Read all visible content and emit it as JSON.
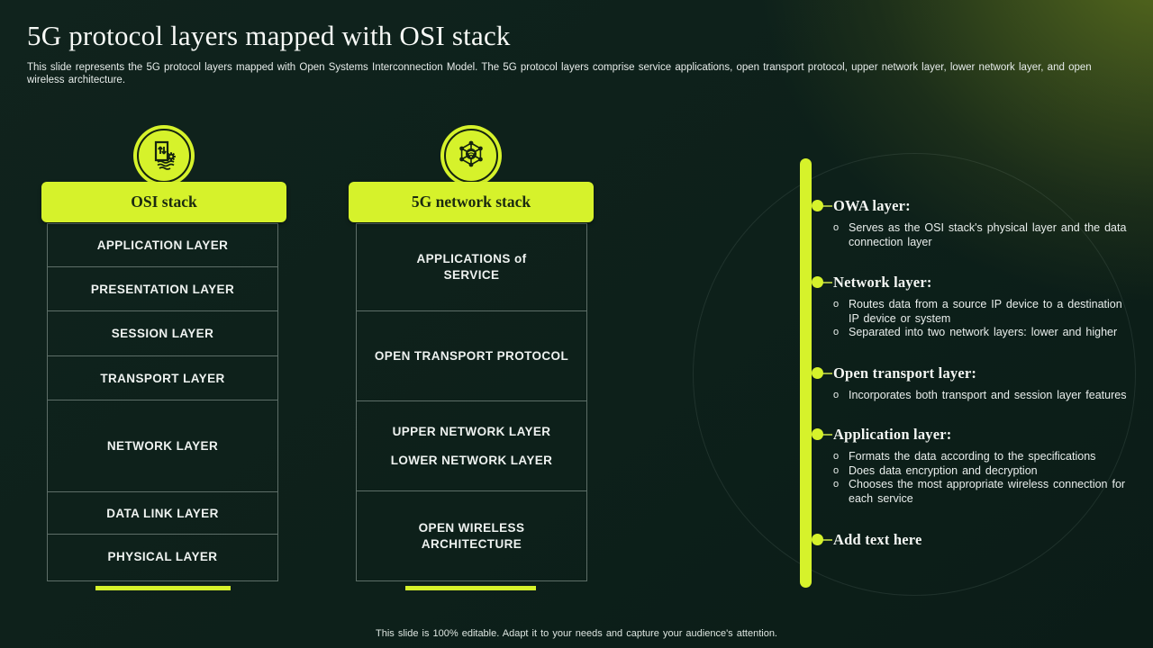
{
  "slide": {
    "title": "5G protocol layers mapped with OSI stack",
    "subtitle": "This slide represents the 5G protocol layers mapped with Open Systems Interconnection Model. The 5G protocol layers comprise service applications, open transport protocol, upper network layer, lower network layer,  and open wireless architecture.",
    "footer": "This slide is 100% editable. Adapt it to your needs and capture your audience's attention."
  },
  "colors": {
    "accent_lime": "#d6f22b",
    "background_dark": "#0d201a",
    "corner_glow_olive": "#5c701e",
    "cell_border": "#a0afa8",
    "text_light": "#eef2f0",
    "header_text_dark": "#1b2a10"
  },
  "osi_stack": {
    "header": "OSI stack",
    "icon": "document-sync-gear-icon",
    "rows": [
      {
        "label": "APPLICATION LAYER"
      },
      {
        "label": "PRESENTATION LAYER"
      },
      {
        "label": "SESSION LAYER"
      },
      {
        "label": "TRANSPORT LAYER"
      },
      {
        "label": "NETWORK LAYER"
      },
      {
        "label": "DATA LINK LAYER"
      },
      {
        "label": "PHYSICAL LAYER"
      }
    ]
  },
  "fiveg_stack": {
    "header": "5G network stack",
    "icon": "network-nodes-icon",
    "rows": [
      {
        "lines": [
          "APPLICATIONS of SERVICE"
        ]
      },
      {
        "lines": [
          "OPEN TRANSPORT PROTOCOL"
        ]
      },
      {
        "lines": [
          "UPPER NETWORK LAYER",
          "LOWER NETWORK LAYER"
        ]
      },
      {
        "lines": [
          "OPEN WIRELESS ARCHITECTURE"
        ]
      }
    ]
  },
  "notes": [
    {
      "heading": "OWA layer:",
      "bullets": [
        "Serves  as the OSI stack's physical layer and the data connection layer"
      ]
    },
    {
      "heading": "Network layer:",
      "bullets": [
        "Routes  data from  a source IP device  to a destination IP device  or system",
        "Separated  into two network  layers: lower and higher"
      ]
    },
    {
      "heading": "Open transport layer:",
      "bullets": [
        "Incorporates  both transport  and session layer features"
      ]
    },
    {
      "heading": "Application layer:",
      "bullets": [
        "Formats the data according to the specifications",
        "Does  data encryption  and decryption",
        "Chooses  the most appropriate  wireless  connection for each service"
      ]
    },
    {
      "heading": "Add text here",
      "bullets": []
    }
  ]
}
